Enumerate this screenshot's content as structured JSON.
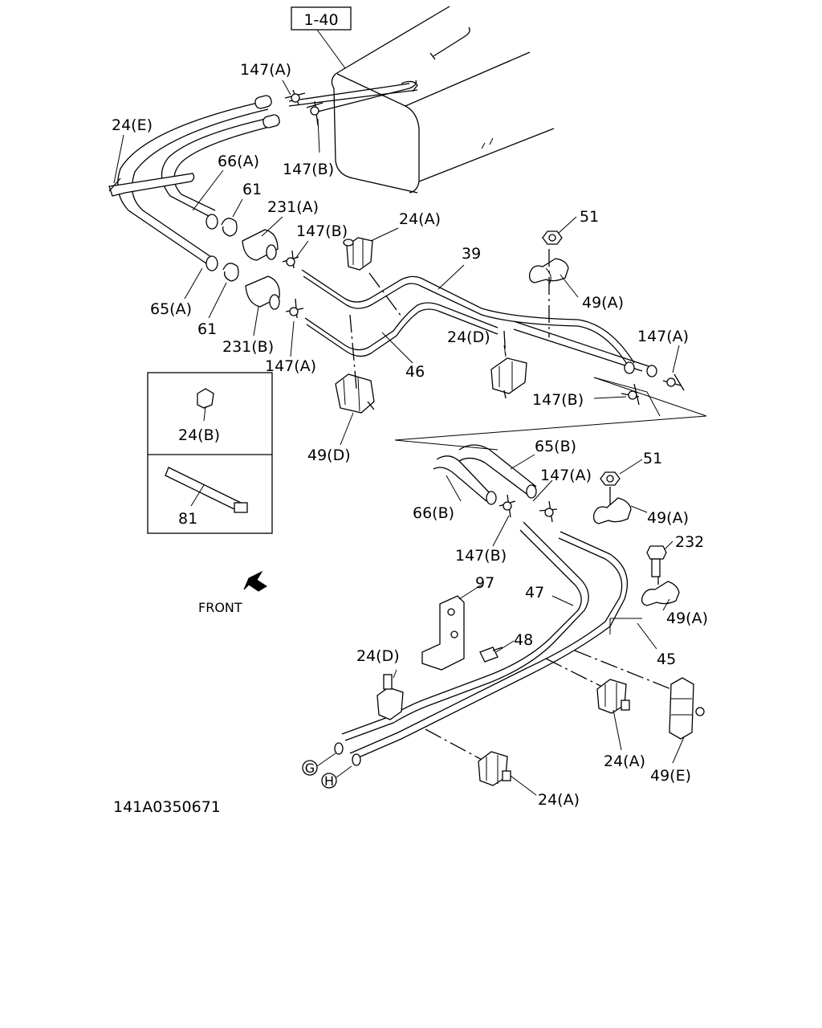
{
  "diagram": {
    "ref_box": "1-40",
    "drawing_code": "141A0350671",
    "front_label": "FRONT",
    "labels": {
      "p147a_top": "147(A)",
      "p24e": "24(E)",
      "p147b_top": "147(B)",
      "p66a": "66(A)",
      "p61_top": "61",
      "p231a": "231(A)",
      "p147b_mid": "147(B)",
      "p24a_top": "24(A)",
      "p51_top": "51",
      "p39": "39",
      "p49a_top": "49(A)",
      "p65a": "65(A)",
      "p61_bot": "61",
      "p231b": "231(B)",
      "p147a_mid": "147(A)",
      "p46": "46",
      "p24d_top": "24(D)",
      "p147a_right": "147(A)",
      "p147b_right": "147(B)",
      "p49d": "49(D)",
      "p24b_inset": "24(B)",
      "p81_inset": "81",
      "p65b": "65(B)",
      "p51_bot": "51",
      "p147a_low": "147(A)",
      "p49a_mid": "49(A)",
      "p66b": "66(B)",
      "p232": "232",
      "p147b_low": "147(B)",
      "p97": "97",
      "p47": "47",
      "p49a_low": "49(A)",
      "p48": "48",
      "p24d_low": "24(D)",
      "p45": "45",
      "p24a_low": "24(A)",
      "p49e": "49(E)",
      "p24a_bottom": "24(A)",
      "circle_g": "G",
      "circle_h": "H"
    }
  }
}
